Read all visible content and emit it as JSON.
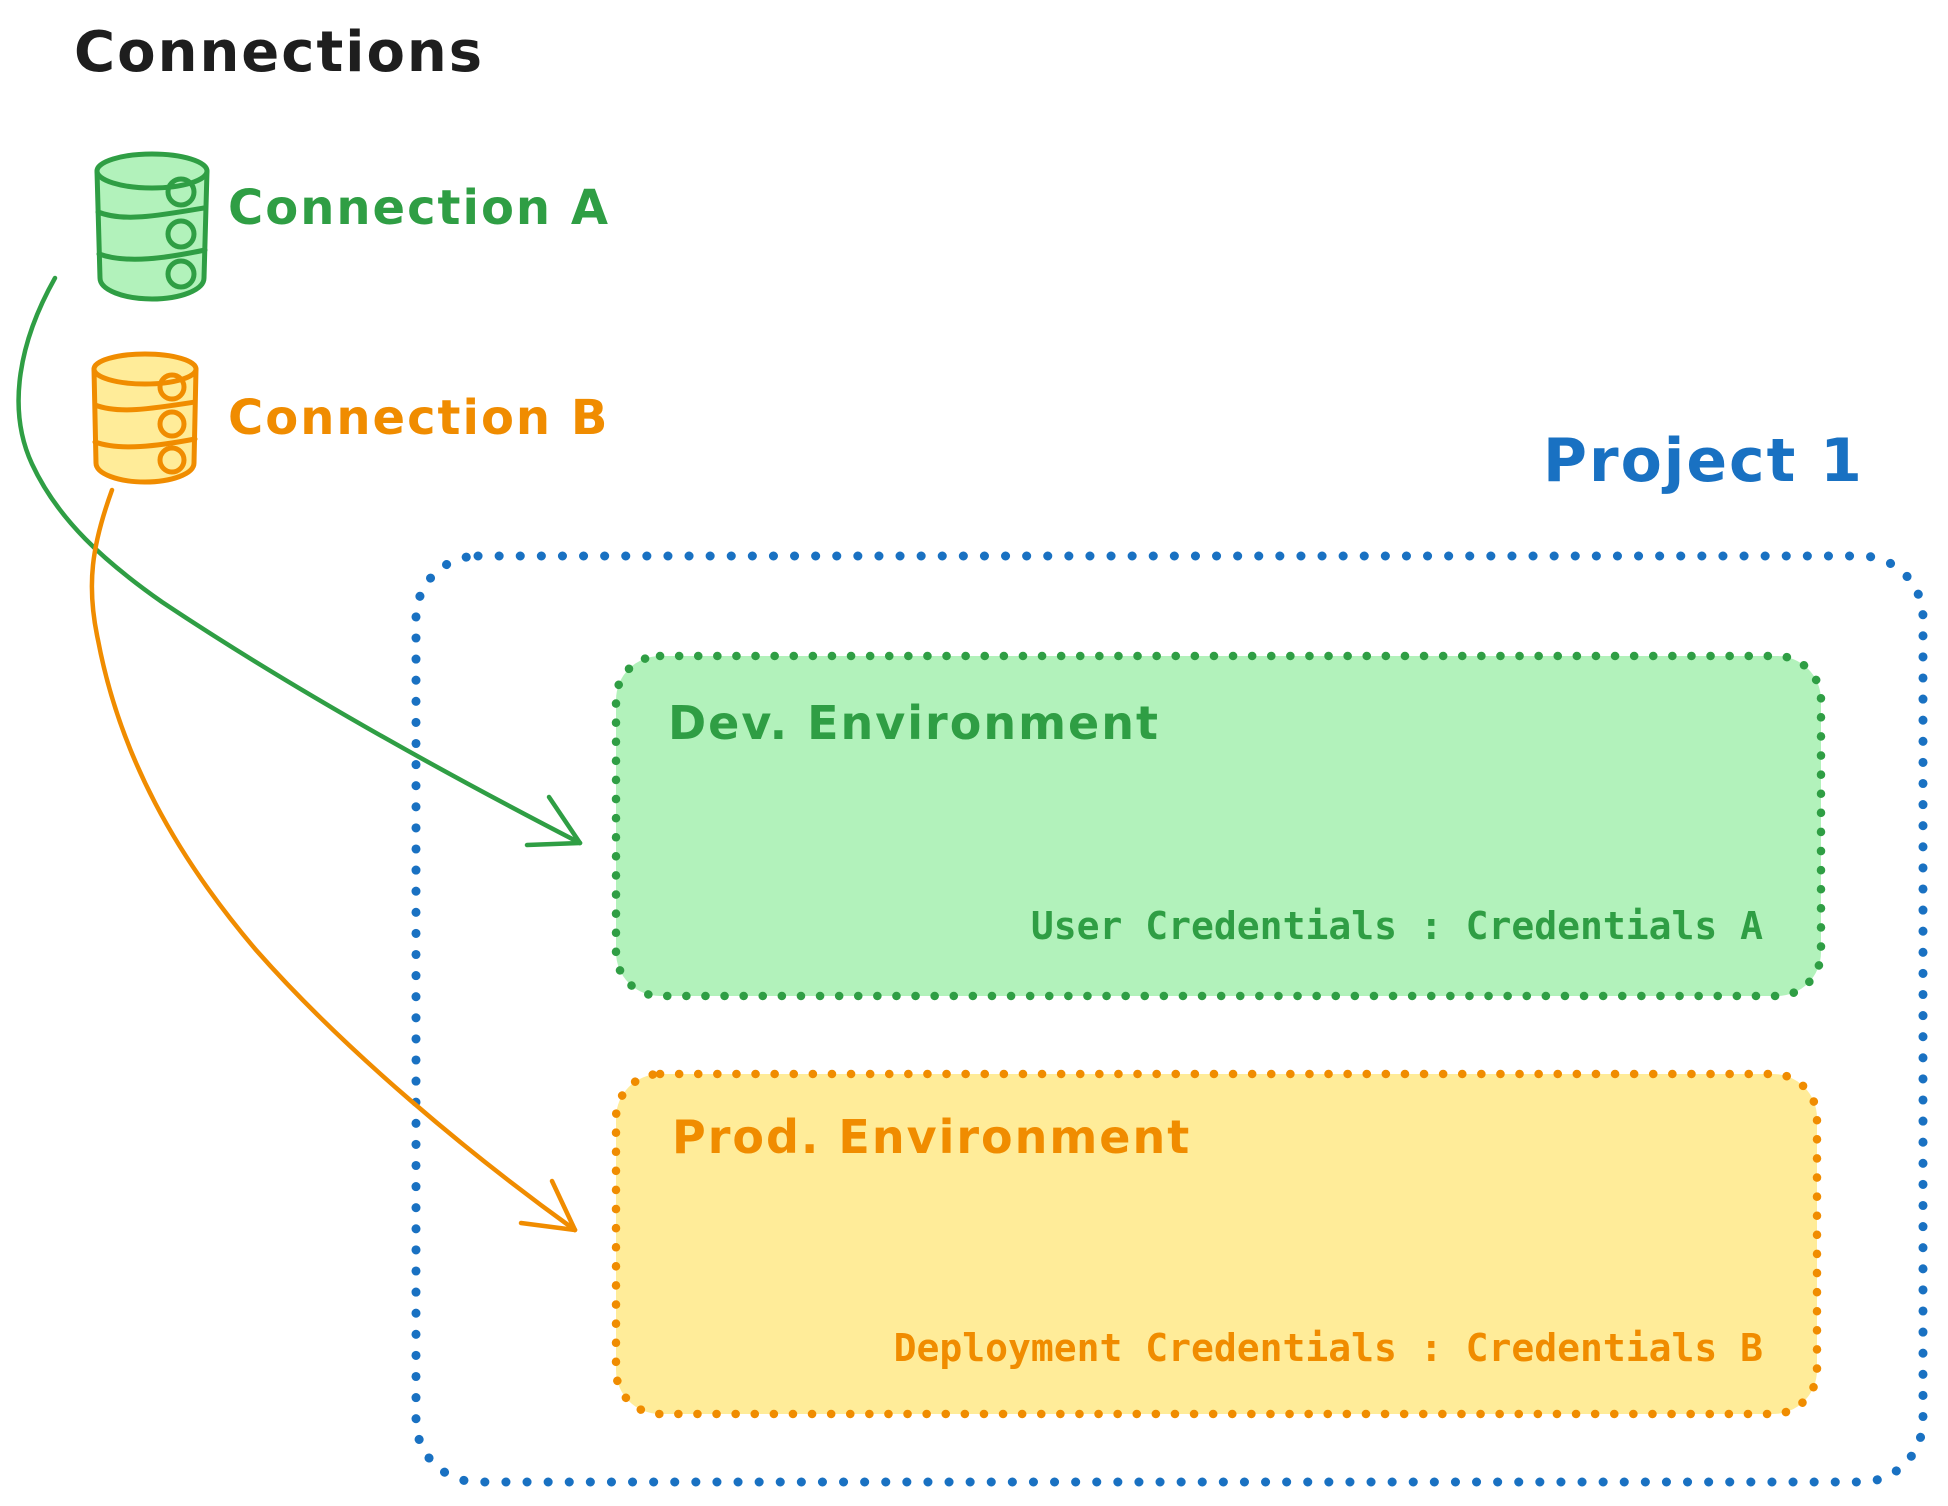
{
  "title": "Connections",
  "connections": [
    {
      "label": "Connection A",
      "icon": "database-icon",
      "stroke_color": "#2f9e44",
      "fill_color": "#b2f2bb"
    },
    {
      "label": "Connection B",
      "icon": "database-icon",
      "stroke_color": "#f08c00",
      "fill_color": "#ffec99"
    }
  ],
  "project": {
    "label": "Project 1",
    "border_color": "#1971c2",
    "environments": [
      {
        "title": "Dev. Environment",
        "credentials": "User Credentials : Credentials A",
        "stroke_color": "#2f9e44",
        "fill_color": "#b2f2bb"
      },
      {
        "title": "Prod. Environment",
        "credentials": "Deployment Credentials : Credentials B",
        "stroke_color": "#f08c00",
        "fill_color": "#ffec99"
      }
    ]
  },
  "arrows": [
    {
      "from": "Connection A",
      "to": "Dev. Environment",
      "color": "#2f9e44"
    },
    {
      "from": "Connection B",
      "to": "Prod. Environment",
      "color": "#f08c00"
    }
  ],
  "colors": {
    "text": "#1e1e1e",
    "blue": "#1971c2",
    "green": "#2f9e44",
    "green_fill": "#b2f2bb",
    "orange": "#f08c00",
    "orange_fill": "#ffec99"
  }
}
